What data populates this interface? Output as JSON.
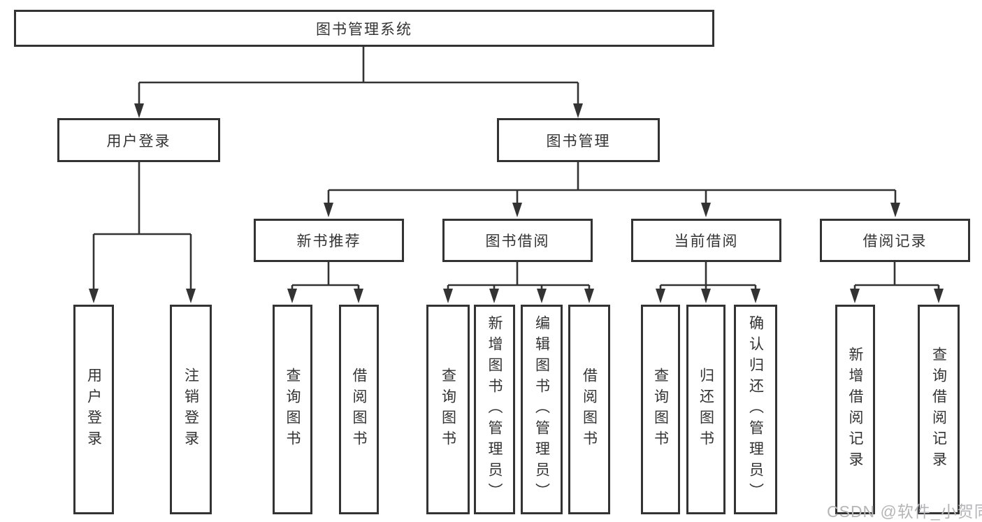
{
  "colors": {
    "background": "#ffffff",
    "line": "#333333",
    "box_border": "#333333",
    "text": "#333333",
    "watermark": "#b5b5b8"
  },
  "watermark": "CSDN @软件_小贺同学",
  "tree": {
    "root": {
      "label": "图书管理系统",
      "children": [
        {
          "label": "用户登录",
          "children": [
            {
              "label": "用户登录"
            },
            {
              "label": "注销登录"
            }
          ]
        },
        {
          "label": "图书管理",
          "children": [
            {
              "label": "新书推荐",
              "children": [
                {
                  "label": "查询图书"
                },
                {
                  "label": "借阅图书"
                }
              ]
            },
            {
              "label": "图书借阅",
              "children": [
                {
                  "label": "查询图书"
                },
                {
                  "label": "新增图书（管理员）"
                },
                {
                  "label": "编辑图书（管理员）"
                },
                {
                  "label": "借阅图书"
                }
              ]
            },
            {
              "label": "当前借阅",
              "children": [
                {
                  "label": "查询图书"
                },
                {
                  "label": "归还图书"
                },
                {
                  "label": "确认归还（管理员）"
                }
              ]
            },
            {
              "label": "借阅记录",
              "children": [
                {
                  "label": "新增借阅记录"
                },
                {
                  "label": "查询借阅记录"
                }
              ]
            }
          ]
        }
      ]
    }
  }
}
